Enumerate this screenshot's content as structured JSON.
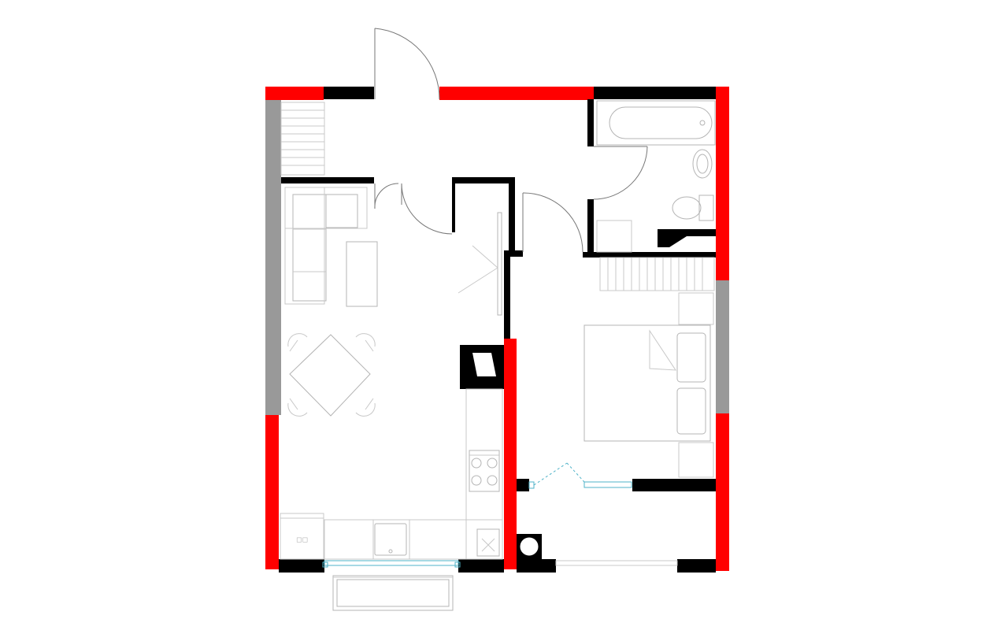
{
  "plan": {
    "type": "apartment floor plan",
    "rooms": [
      "entrance-hall",
      "living-kitchen",
      "bathroom",
      "corridor",
      "bedroom"
    ],
    "colors": {
      "new_wall": "#ff0000",
      "existing_wall": "#000000",
      "window_wall": "#999999",
      "furniture": "#c8c8c8",
      "window_glazing": "#4fb3c8"
    },
    "icons": [
      "door-swing-icon",
      "bathtub-icon",
      "sink-icon",
      "toilet-icon",
      "sofa-icon",
      "dining-table-icon",
      "bed-icon",
      "stove-icon",
      "boiler-icon"
    ]
  }
}
